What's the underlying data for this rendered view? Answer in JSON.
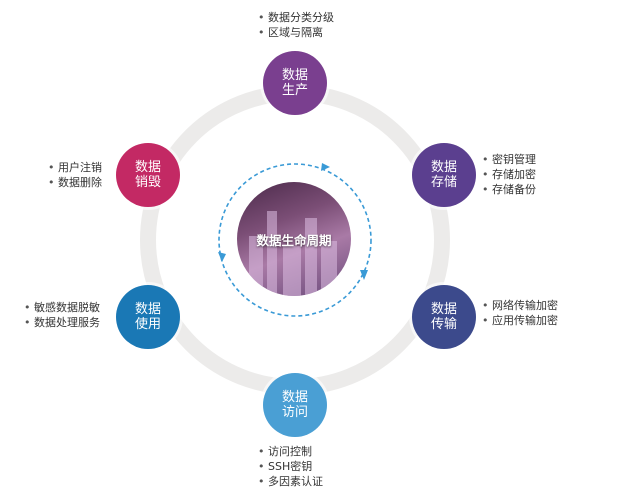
{
  "center_label": "数据生命周期",
  "stages": {
    "produce": {
      "line1": "数据",
      "line2": "生产",
      "items": [
        "数据分类分级",
        "区域与隔离"
      ],
      "color": "#7a3f8f"
    },
    "store": {
      "line1": "数据",
      "line2": "存储",
      "items": [
        "密钥管理",
        "存储加密",
        "存储备份"
      ],
      "color": "#5b3f8f"
    },
    "transfer": {
      "line1": "数据",
      "line2": "传输",
      "items": [
        "网络传输加密",
        "应用传输加密"
      ],
      "color": "#3c4a8c"
    },
    "access": {
      "line1": "数据",
      "line2": "访问",
      "items": [
        "访问控制",
        "SSH密钥",
        "多因素认证"
      ],
      "color": "#4a9fd4"
    },
    "use": {
      "line1": "数据",
      "line2": "使用",
      "items": [
        "敏感数据脱敏",
        "数据处理服务"
      ],
      "color": "#1a78b5"
    },
    "destroy": {
      "line1": "数据",
      "line2": "销毁",
      "items": [
        "用户注销",
        "数据删除"
      ],
      "color": "#c32964"
    }
  }
}
